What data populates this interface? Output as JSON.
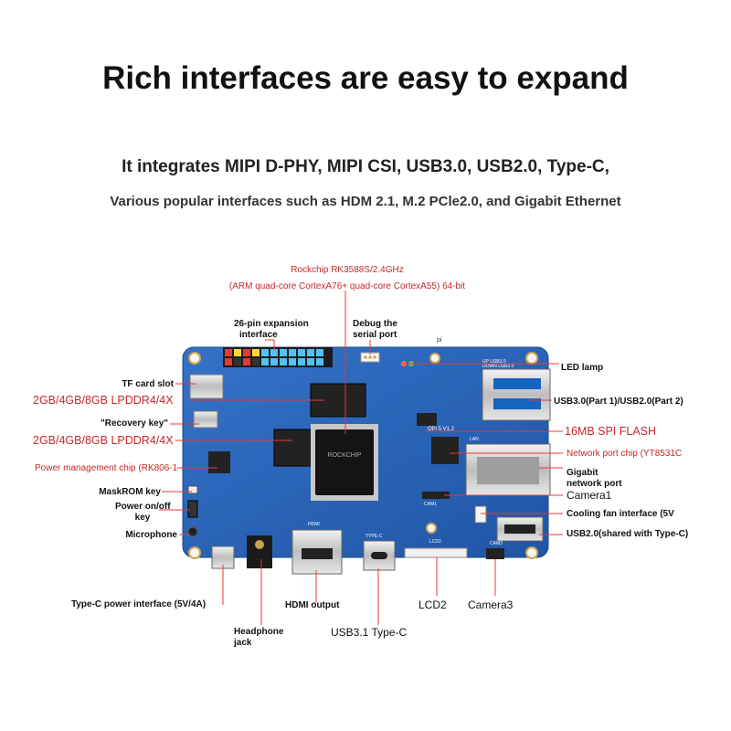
{
  "header": {
    "title": "Rich interfaces are easy to expand",
    "line1": "It integrates MIPI D-PHY, MIPI CSI, USB3.0, USB2.0, Type-C,",
    "line2": "Various popular interfaces such as HDM 2.1, M.2 PCle2.0, and Gigabit Ethernet"
  },
  "labels": {
    "soc_line1": "Rockchip RK3588S/2.4GHz",
    "soc_line2": "(ARM quad-core CortexA76+ quad-core CortexA55) 64-bit",
    "gpio_l1": "26-pin expansion",
    "gpio_l2": "interface",
    "debug_l1": "Debug the",
    "debug_l2": "serial port",
    "led": "LED lamp",
    "tf": "TF card slot",
    "ram1": "2GB/4GB/8GB LPDDR4/4X",
    "recovery": "\"Recovery key\"",
    "ram2": "2GB/4GB/8GB LPDDR4/4X",
    "pmic": "Power management chip (RK806-1",
    "maskrom": "MaskROM key",
    "power_l1": "Power on/off",
    "power_l2": "key",
    "mic": "Microphone",
    "usb3": "USB3.0(Part 1)/USB2.0(Part 2)",
    "spi": "16MB SPI FLASH",
    "netchip": "Network port chip (YT8531C",
    "gig_l1": "Gigabit",
    "gig_l2": "network port",
    "camera1": "Camera1",
    "fan": "Cooling fan interface (5V",
    "usb2": "USB2.0(shared with Type-C)",
    "typec_power": "Type-C power interface (5V/4A)",
    "hdmi": "HDMI output",
    "hp_l1": "Headphone",
    "hp_l2": "jack",
    "usb31": "USB3.1 Type-C",
    "lcd2": "LCD2",
    "camera3": "Camera3"
  },
  "board": {
    "pcb_color": "#2a63b8",
    "silk_pi": "pi",
    "silk_model": "OPi 5 V1.2",
    "silk_hdmi": "HDMI",
    "silk_typec": "TYPE-C",
    "silk_lcd2": "LCD2",
    "silk_cam1": "CAM1",
    "silk_cam3": "CAM3",
    "silk_usb_up": "UP USB3.0",
    "silk_usb_dn": "DOWN USB2.0",
    "silk_lan": "LAN",
    "soc_marking": "ROCKCHIP"
  },
  "colors": {
    "accent_red": "#c62828",
    "pcb_blue": "#2a63b8"
  }
}
